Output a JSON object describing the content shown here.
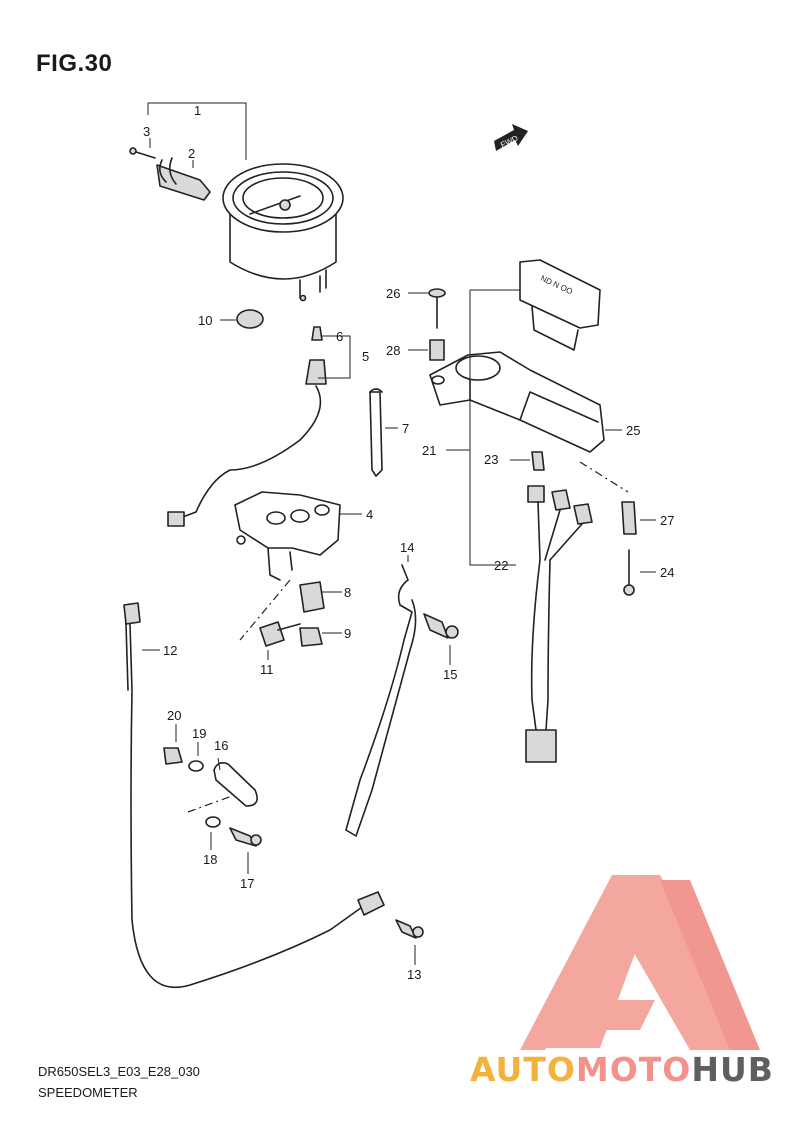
{
  "figure": {
    "title": "FIG.30",
    "model_code": "DR650SEL3_E03_E28_030",
    "section_name": "SPEEDOMETER",
    "fwd_badge": "FWD"
  },
  "watermark": {
    "text_auto": "AUTO",
    "text_moto": "MOTO",
    "text_hub": "HUB",
    "colors": {
      "orange": "#f4b23c",
      "pink": "#f2928a",
      "grey": "#5f5f5f",
      "logo_pink": "#f4a39a"
    }
  },
  "callouts": [
    "1",
    "2",
    "3",
    "4",
    "5",
    "6",
    "7",
    "8",
    "9",
    "10",
    "11",
    "12",
    "13",
    "14",
    "15",
    "16",
    "17",
    "18",
    "19",
    "20",
    "21",
    "22",
    "23",
    "24",
    "25",
    "26",
    "27",
    "28"
  ]
}
